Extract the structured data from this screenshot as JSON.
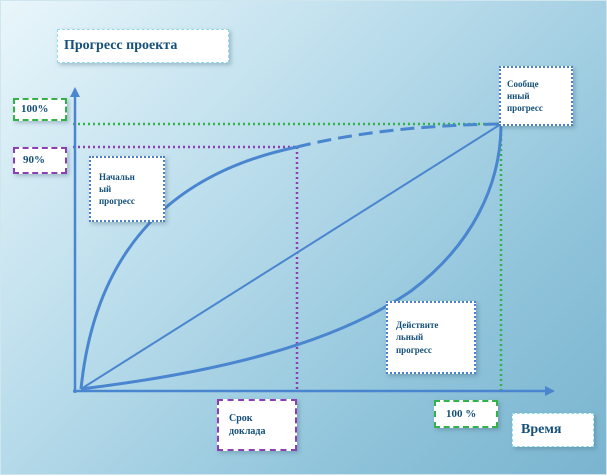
{
  "title": "Прогресс проекта",
  "x_axis_label": "Время",
  "labels": {
    "y_100": "100%",
    "y_90": "90%",
    "x_report": "Срок\nдоклада",
    "x_100": "100 %",
    "reported": "Сообще\nнный\nпрогресс",
    "initial": "Начальн\nый\nпрогресс",
    "actual": "Действите\nльный\nпрогресс"
  },
  "colors": {
    "background": "#b9dceb",
    "axis": "#4a86cf",
    "curve": "#4a86cf",
    "green_guide": "#33b24a",
    "purple_guide": "#8c3fb2",
    "text": "#14507a"
  }
}
